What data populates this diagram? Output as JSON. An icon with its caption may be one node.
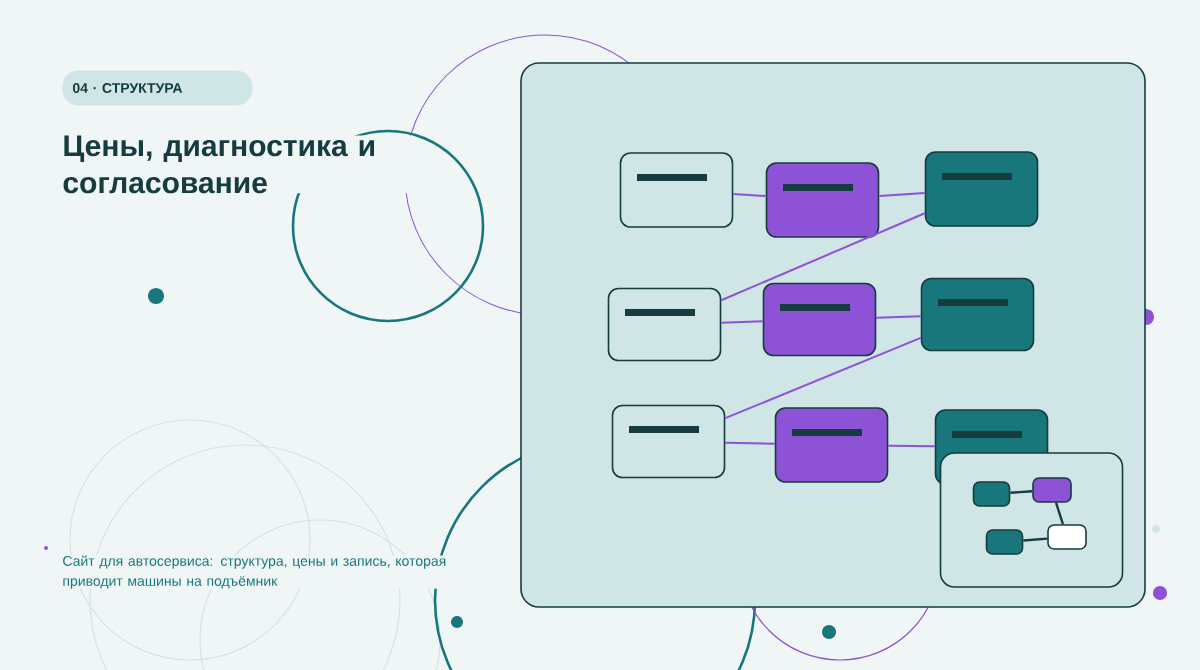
{
  "diagram": {
    "title": "Цены, диагностика и согласование",
    "caption": "Сайт для автосервиса: структура, цены и запись, которая приводит машины на подъёмник",
    "labels": [
      "04 · СТРУКТУРА"
    ],
    "nodes": [
      {
        "text": [],
        "shape": "box"
      },
      {
        "text": [],
        "shape": "box",
        "in": 0
      },
      {
        "text": [],
        "shape": "box",
        "in": 0
      },
      {
        "text": [],
        "shape": "box",
        "in": 0
      },
      {
        "text": [],
        "shape": "box",
        "in": 0
      },
      {
        "text": [],
        "shape": "box",
        "in": 0
      },
      {
        "text": [],
        "shape": "box",
        "in": 0
      },
      {
        "text": [],
        "shape": "box",
        "in": 0
      },
      {
        "text": [],
        "shape": "box",
        "in": 0
      },
      {
        "text": [],
        "shape": "box",
        "in": 0
      },
      {
        "text": [],
        "shape": "box",
        "in": 0
      },
      {
        "text": [],
        "shape": "box",
        "in": 10
      },
      {
        "text": [],
        "shape": "box",
        "in": 10
      },
      {
        "text": [],
        "shape": "box",
        "in": 10
      },
      {
        "text": [],
        "shape": "box",
        "in": 10
      }
    ],
    "edges": [
      {
        "from": 1,
        "to": 2,
        "arrow": "none"
      },
      {
        "from": 2,
        "to": 3,
        "arrow": "none"
      },
      {
        "from": 3,
        "to": 4,
        "arrow": "none"
      },
      {
        "from": 4,
        "to": 5,
        "arrow": "none"
      },
      {
        "from": 5,
        "to": 6,
        "arrow": "none"
      },
      {
        "from": 6,
        "to": 7,
        "arrow": "none"
      },
      {
        "from": 7,
        "to": 8,
        "arrow": "none"
      },
      {
        "from": 8,
        "to": 9,
        "arrow": "none"
      },
      {
        "from": 11,
        "to": 12,
        "arrow": "none",
        "color": "#163c40"
      },
      {
        "from": 12,
        "to": 14,
        "arrow": "none",
        "color": "#163c40"
      },
      {
        "from": 13,
        "to": 14,
        "arrow": "none",
        "color": "#163c40"
      }
    ]
  }
}
